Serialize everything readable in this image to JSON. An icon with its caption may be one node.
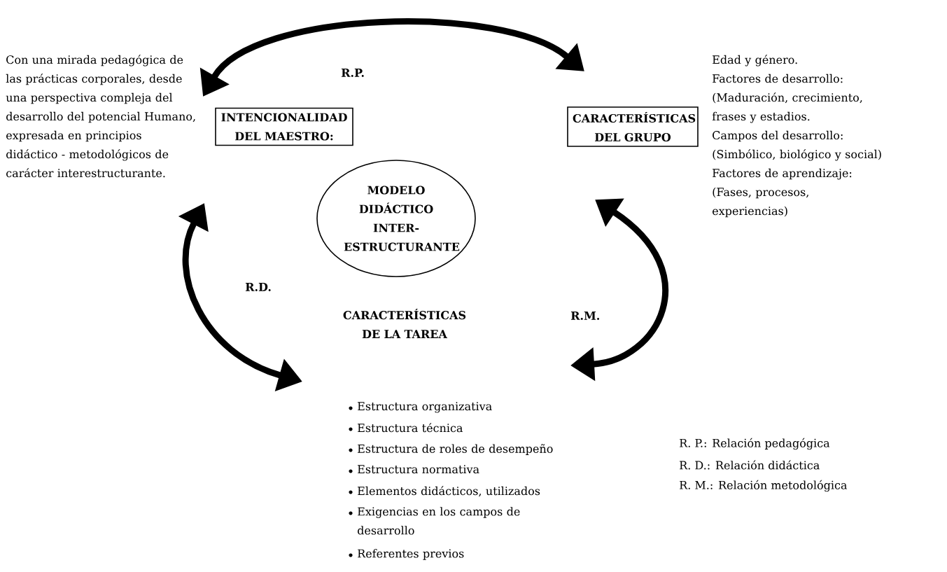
{
  "diagram": {
    "nodes": [
      {
        "text": [
          "INTENCIONALIDAD DEL MAESTRO:"
        ],
        "beside": [
          "Con una mirada pedagógica de las prácticas corporales, desde una perspectiva compleja del desarrollo del potencial Humano, expresada en principios didáctico - metodológicos de carácter interestructurante."
        ]
      },
      {
        "text": [
          "CARACTERÍSTICAS DEL GRUPO"
        ],
        "beside": [
          "Edad y género.",
          "Factores de desarrollo: (Maduración, crecimiento, frases y estadios.",
          "Campos del desarrollo: (Simbólico, biológico y social)",
          "Factores de aprendizaje: (Fases, procesos, experiencias)"
        ]
      },
      {
        "text": [
          "MODELO DIDÁCTICO INTER-ESTRUCTURANTE"
        ]
      },
      {
        "text": [
          "CARACTERÍSTICAS DE LA TAREA"
        ],
        "beside": [
          "Estructura organizativa",
          "Estructura técnica",
          "Estructura de roles de desempeño",
          "Estructura normativa",
          "Elementos didácticos, utilizados",
          "Exigencias en los campos de desarrollo",
          "Referentes previos"
        ]
      }
    ],
    "edges": [
      {
        "from": 0,
        "to": 1,
        "arrow": "both"
      },
      {
        "from": 0,
        "to": 3,
        "arrow": "both"
      },
      {
        "from": 1,
        "to": 3,
        "arrow": "both"
      }
    ],
    "labels": [
      "R.P.",
      "R.D.",
      "R.M.",
      "R. P.: Relación pedagógica",
      "R. D.: Relación didáctica",
      "R. M.: Relación metodológica"
    ]
  }
}
